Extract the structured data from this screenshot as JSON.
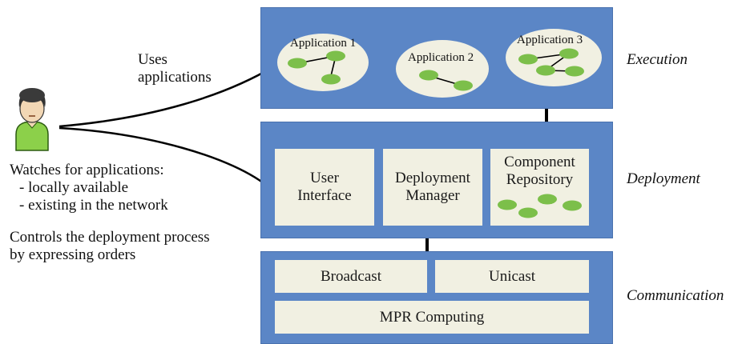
{
  "actor": {
    "uses_line1": "Uses",
    "uses_line2": "applications",
    "watches_title": "Watches for applications:",
    "watches_item1": "- locally available",
    "watches_item2": "- existing in the network",
    "controls_line1": "Controls the deployment process",
    "controls_line2": "by expressing orders"
  },
  "layers": {
    "execution": "Execution",
    "deployment": "Deployment",
    "communication": "Communication"
  },
  "execution": {
    "app1": "Application 1",
    "app2": "Application 2",
    "app3": "Application 3"
  },
  "deployment": {
    "ui_line1": "User",
    "ui_line2": "Interface",
    "dm_line1": "Deployment",
    "dm_line2": "Manager",
    "cr_line1": "Component",
    "cr_line2": "Repository"
  },
  "communication": {
    "broadcast": "Broadcast",
    "unicast": "Unicast",
    "mpr": "MPR Computing"
  },
  "colors": {
    "layer": "#5b86c6",
    "box": "#f1f0e2",
    "component": "#7cbf4a",
    "actor_body": "#8cd04a"
  },
  "icons": [
    "user-icon"
  ]
}
